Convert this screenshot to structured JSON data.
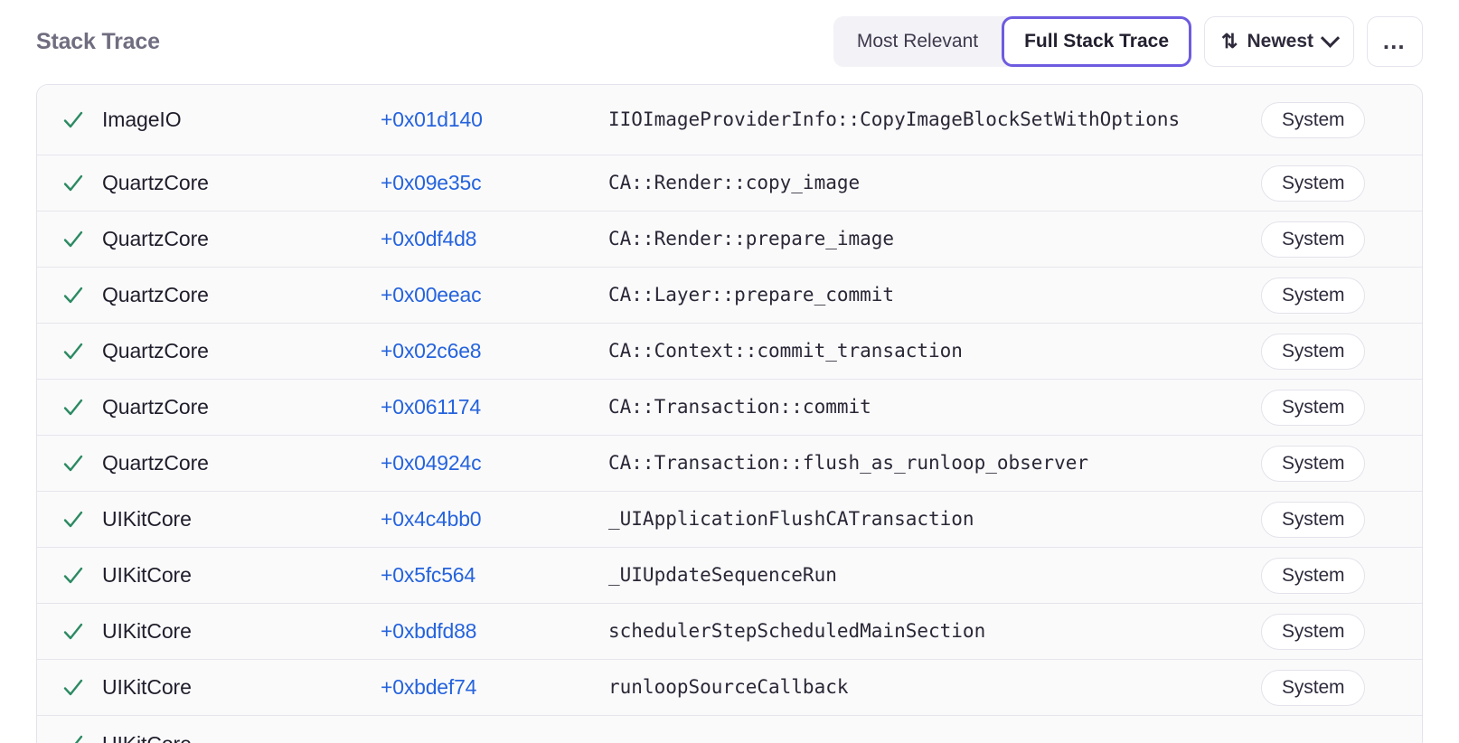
{
  "header": {
    "title": "Stack Trace",
    "segmented": {
      "options": [
        {
          "label": "Most Relevant",
          "selected": false
        },
        {
          "label": "Full Stack Trace",
          "selected": true
        }
      ]
    },
    "sort": {
      "icon": "sort-arrows-icon",
      "label": "Newest",
      "chevron": "chevron-down-icon"
    },
    "overflow": {
      "icon": "ellipsis-icon",
      "label": "•••"
    }
  },
  "colors": {
    "accent_purple": "#6d5ce0",
    "link_blue": "#2563dd",
    "check_green": "#2c8a62",
    "title_gray": "#716d80",
    "row_bg": "#fafafb",
    "border": "#e4e2ea"
  },
  "table": {
    "rows": [
      {
        "checked": true,
        "module": "ImageIO",
        "offset": "+0x01d140",
        "function": "IIOImageProviderInfo::CopyImageBlockSetWithOptions",
        "badge": "System"
      },
      {
        "checked": true,
        "module": "QuartzCore",
        "offset": "+0x09e35c",
        "function": "CA::Render::copy_image",
        "badge": "System"
      },
      {
        "checked": true,
        "module": "QuartzCore",
        "offset": "+0x0df4d8",
        "function": "CA::Render::prepare_image",
        "badge": "System"
      },
      {
        "checked": true,
        "module": "QuartzCore",
        "offset": "+0x00eeac",
        "function": "CA::Layer::prepare_commit",
        "badge": "System"
      },
      {
        "checked": true,
        "module": "QuartzCore",
        "offset": "+0x02c6e8",
        "function": "CA::Context::commit_transaction",
        "badge": "System"
      },
      {
        "checked": true,
        "module": "QuartzCore",
        "offset": "+0x061174",
        "function": "CA::Transaction::commit",
        "badge": "System"
      },
      {
        "checked": true,
        "module": "QuartzCore",
        "offset": "+0x04924c",
        "function": "CA::Transaction::flush_as_runloop_observer",
        "badge": "System"
      },
      {
        "checked": true,
        "module": "UIKitCore",
        "offset": "+0x4c4bb0",
        "function": "_UIApplicationFlushCATransaction",
        "badge": "System"
      },
      {
        "checked": true,
        "module": "UIKitCore",
        "offset": "+0x5fc564",
        "function": "_UIUpdateSequenceRun",
        "badge": "System"
      },
      {
        "checked": true,
        "module": "UIKitCore",
        "offset": "+0xbdfd88",
        "function": "schedulerStepScheduledMainSection",
        "badge": "System"
      },
      {
        "checked": true,
        "module": "UIKitCore",
        "offset": "+0xbdef74",
        "function": "runloopSourceCallback",
        "badge": "System"
      },
      {
        "checked": true,
        "module": "UIKitCore",
        "offset": "",
        "function": "",
        "badge": ""
      }
    ]
  }
}
